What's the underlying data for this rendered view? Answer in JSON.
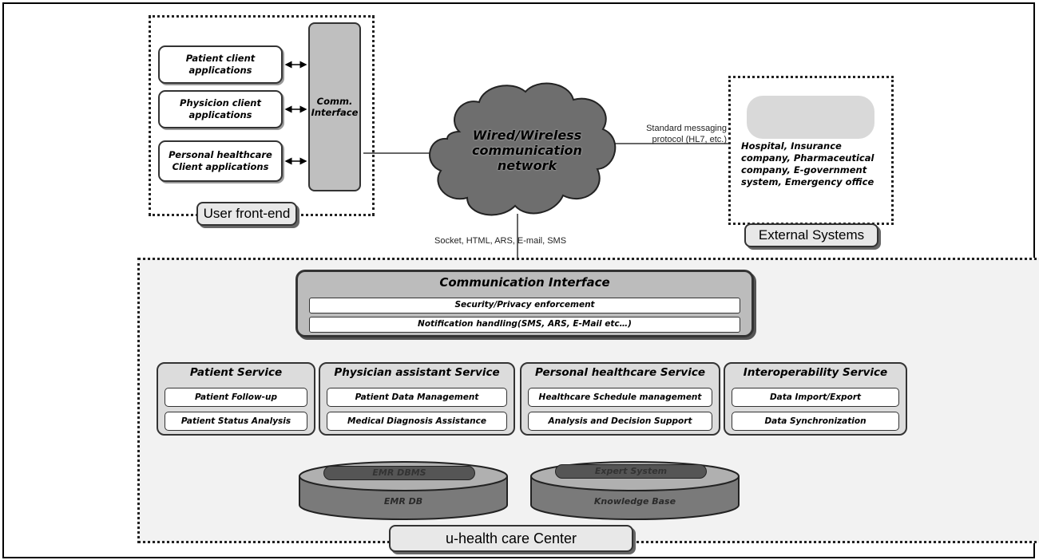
{
  "user_frontend": {
    "clients": [
      "Patient client applications",
      "Physicion client applications",
      "Personal healthcare Client applications"
    ],
    "comm_interface": "Comm. Interface",
    "label": "User front-end"
  },
  "network": {
    "label": "Wired/Wireless communication network",
    "protocol_text": "Standard messaging protocol (HL7, etc.)",
    "link_text": "Socket, HTML,  ARS, E-mail,  SMS"
  },
  "external": {
    "entities": "Hospital, Insurance company, Pharmaceutical company, E-government system, Emergency office",
    "label": "External Systems"
  },
  "center": {
    "comm": {
      "title": "Communication Interface",
      "items": [
        "Security/Privacy enforcement",
        "Notification handling(SMS, ARS, E-Mail etc…)"
      ]
    },
    "services": [
      {
        "title": "Patient Service",
        "items": [
          "Patient Follow-up",
          "Patient Status Analysis"
        ]
      },
      {
        "title": "Physician assistant Service",
        "items": [
          "Patient Data Management",
          "Medical Diagnosis Assistance"
        ]
      },
      {
        "title": "Personal healthcare Service",
        "items": [
          "Healthcare Schedule management",
          "Analysis and Decision Support"
        ]
      },
      {
        "title": "Interoperability Service",
        "items": [
          "Data Import/Export",
          "Data Synchronization"
        ]
      }
    ],
    "databases": [
      {
        "tag": "EMR DBMS",
        "name": "EMR DB"
      },
      {
        "tag": "Expert System",
        "name": "Knowledge Base"
      }
    ],
    "label": "u-health care Center"
  },
  "colors": {
    "box_fill": "#dcdcdc",
    "cloud_fill": "#6e6e6e",
    "tag_fill": "#e8e8e8"
  }
}
